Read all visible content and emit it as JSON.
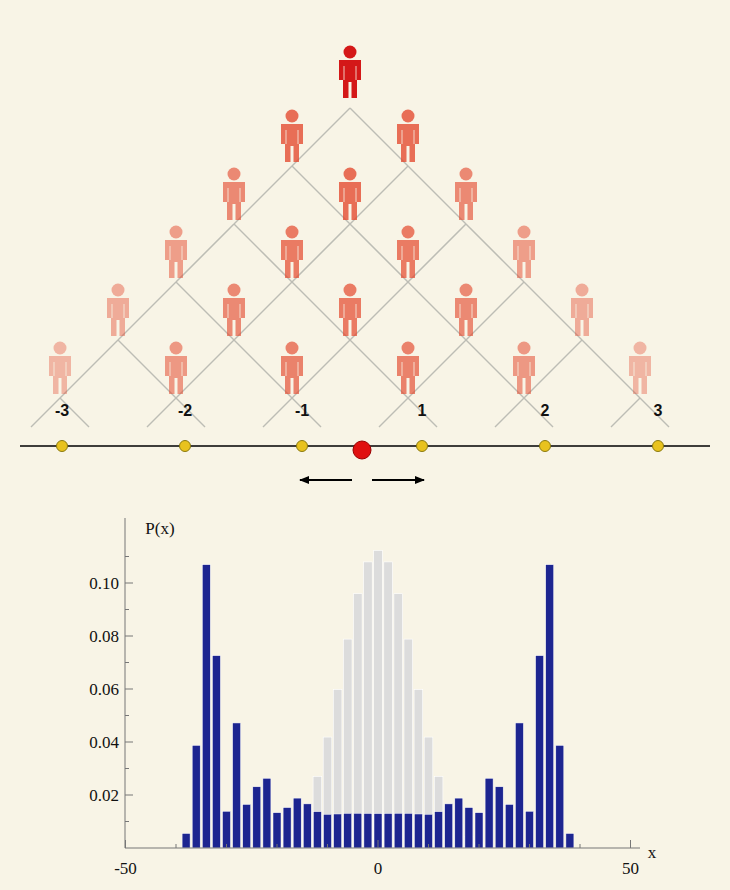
{
  "diagram": {
    "labels": [
      "-3",
      "-2",
      "-1",
      "1",
      "2",
      "3",
      "P(x)",
      "0.10",
      "0.08",
      "0.06",
      "0.04",
      "0.02",
      "-50",
      "0",
      "50",
      "x"
    ]
  }
}
